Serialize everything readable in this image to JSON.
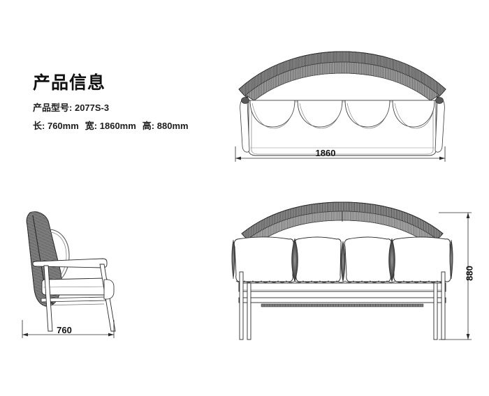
{
  "document": {
    "background_color": "#ffffff",
    "line_color": "#2b2b2b",
    "weave_fill": "#8d8d8d"
  },
  "info": {
    "title": "产品信息",
    "model_label": "产品型号:",
    "model_value": "2077S-3",
    "specs": [
      {
        "label": "长:",
        "value": "760mm"
      },
      {
        "label": "宽:",
        "value": "1860mm"
      },
      {
        "label": "高:",
        "value": "880mm"
      }
    ]
  },
  "views": {
    "top": {
      "name": "top-view",
      "cushion_count": 4
    },
    "front": {
      "name": "front-view",
      "cushion_count": 4,
      "leg_count": 4
    },
    "side": {
      "name": "side-view"
    }
  },
  "dimensions": {
    "width": {
      "value": "1860",
      "unit": "mm",
      "orientation": "horizontal",
      "view": "top"
    },
    "depth": {
      "value": "760",
      "unit": "mm",
      "orientation": "horizontal",
      "view": "side"
    },
    "height": {
      "value": "880",
      "unit": "mm",
      "orientation": "vertical",
      "view": "front"
    }
  }
}
